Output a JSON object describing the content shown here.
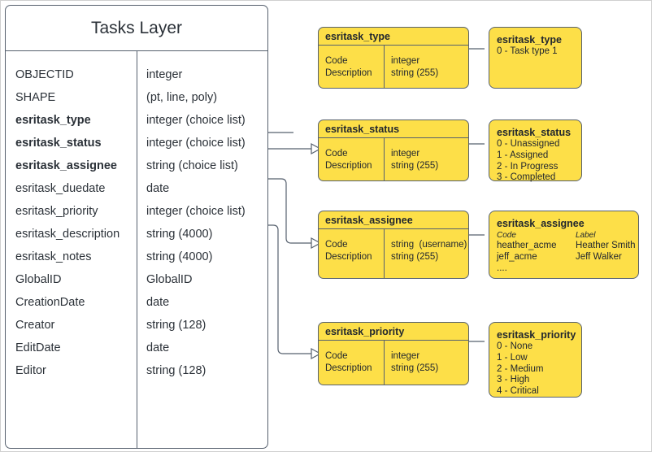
{
  "colors": {
    "yellow": "#fddf48",
    "stroke": "#56606e",
    "text": "#22272e",
    "background": "#ffffff"
  },
  "layer": {
    "title": "Tasks Layer",
    "fields": [
      {
        "name": "OBJECTID",
        "type": "integer",
        "bold": false
      },
      {
        "name": "SHAPE",
        "type": "(pt, line, poly)",
        "bold": false
      },
      {
        "name": "esritask_type",
        "type": "integer (choice list)",
        "bold": true
      },
      {
        "name": "esritask_status",
        "type": "integer (choice list)",
        "bold": true
      },
      {
        "name": "esritask_assignee",
        "type": "string (choice list)",
        "bold": true
      },
      {
        "name": "esritask_duedate",
        "type": "date",
        "bold": false
      },
      {
        "name": "esritask_priority",
        "type": "integer (choice list)",
        "bold": false
      },
      {
        "name": "esritask_description",
        "type": "string (4000)",
        "bold": false
      },
      {
        "name": "esritask_notes",
        "type": "string (4000)",
        "bold": false
      },
      {
        "name": "GlobalID",
        "type": "GlobalID",
        "bold": false
      },
      {
        "name": "CreationDate",
        "type": "date",
        "bold": false
      },
      {
        "name": "Creator",
        "type": "string (128)",
        "bold": false
      },
      {
        "name": "EditDate",
        "type": "date",
        "bold": false
      },
      {
        "name": "Editor",
        "type": "string (128)",
        "bold": false
      }
    ]
  },
  "tables": {
    "type": {
      "title": "esritask_type",
      "left_col": "Code\nDescription",
      "right_col": "integer\nstring (255)"
    },
    "status": {
      "title": "esritask_status",
      "left_col": "Code\nDescription",
      "right_col": "integer\nstring (255)"
    },
    "assignee": {
      "title": "esritask_assignee",
      "left_col": "Code\nDescription",
      "right_col": "string  (username)\nstring (255)"
    },
    "priority": {
      "title": "esritask_priority",
      "left_col": "Code\nDescription",
      "right_col": "integer\nstring (255)"
    }
  },
  "notes": {
    "type": {
      "title": "esritask_type",
      "lines": [
        "0 - Task type 1"
      ]
    },
    "status": {
      "title": "esritask_status",
      "lines": [
        "0 - Unassigned",
        "1 - Assigned",
        "2 - In Progress",
        "3 - Completed"
      ]
    },
    "assignee": {
      "title": "esritask_assignee",
      "header": {
        "code": "Code",
        "label": "Label"
      },
      "rows": [
        {
          "code": "heather_acme",
          "label": "Heather Smith"
        },
        {
          "code": "jeff_acme",
          "label": "Jeff Walker"
        },
        {
          "code": "....",
          "label": ""
        }
      ]
    },
    "priority": {
      "title": "esritask_priority",
      "lines": [
        "0 - None",
        "1 - Low",
        "2 - Medium",
        "3 - High",
        "4 - Critical"
      ]
    }
  }
}
